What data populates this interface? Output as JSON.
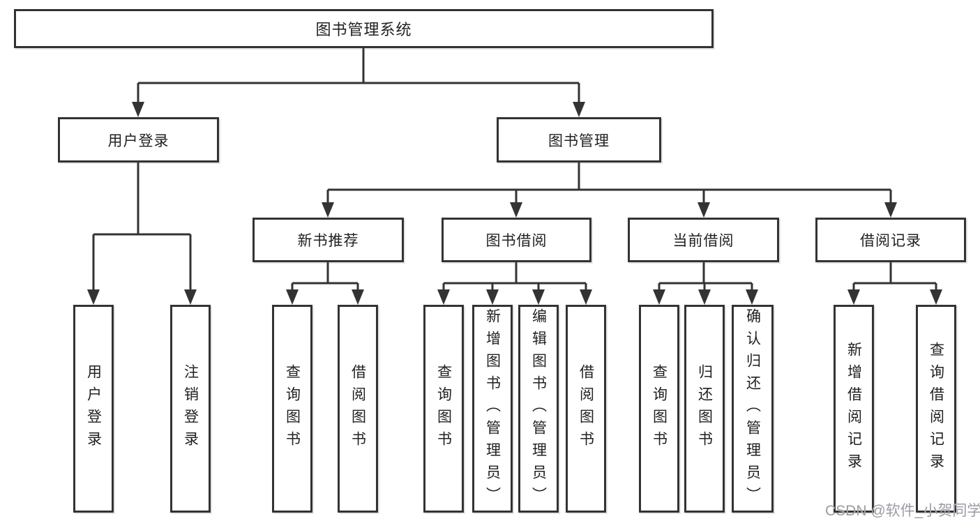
{
  "tree": {
    "root": {
      "label": "图书管理系统",
      "children": [
        {
          "label": "用户登录",
          "children": [
            {
              "label": "用户登录"
            },
            {
              "label": "注销登录"
            }
          ]
        },
        {
          "label": "图书管理",
          "children": [
            {
              "label": "新书推荐",
              "children": [
                {
                  "label": "查询图书"
                },
                {
                  "label": "借阅图书"
                }
              ]
            },
            {
              "label": "图书借阅",
              "children": [
                {
                  "label": "查询图书"
                },
                {
                  "label": "新增图书（管理员）"
                },
                {
                  "label": "编辑图书（管理员）"
                },
                {
                  "label": "借阅图书"
                }
              ]
            },
            {
              "label": "当前借阅",
              "children": [
                {
                  "label": "查询图书"
                },
                {
                  "label": "归还图书"
                },
                {
                  "label": "确认归还（管理员）"
                }
              ]
            },
            {
              "label": "借阅记录",
              "children": [
                {
                  "label": "新增借阅记录"
                },
                {
                  "label": "查询借阅记录"
                }
              ]
            }
          ]
        }
      ]
    }
  },
  "watermark": {
    "text": "CSDN @软件_小贺同学"
  },
  "colors": {
    "line": "#333333",
    "box_border": "#333333",
    "box_fill": "#ffffff",
    "text": "#212121",
    "watermark": "#9b9ba3",
    "background": "#ffffff"
  }
}
